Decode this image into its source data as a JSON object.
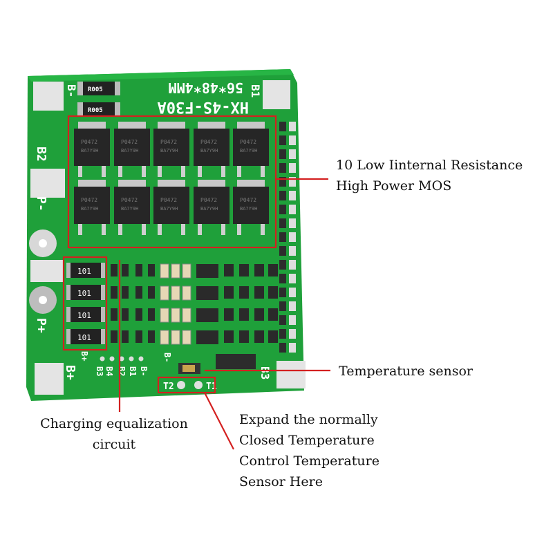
{
  "board": {
    "title_line1": "56*48*4MM",
    "title_line2": "HX-4S-F30A",
    "resistor_label": "R005",
    "mosfet_marking": "P0472",
    "mosfet_marking2": "BA7Y9H",
    "balance_resistor_label": "101",
    "pad_labels": {
      "b_minus_top": "B-",
      "b1_top": "B1",
      "b2": "B2",
      "p_minus": "P-",
      "p_plus": "P+",
      "b_plus": "B+",
      "b3": "B3",
      "t2": "T2",
      "t1": "T1",
      "bottom_row": [
        "B+",
        "B3",
        "B2",
        "B1",
        "B-"
      ],
      "bottom_row2": [
        "B4",
        "B-"
      ]
    },
    "colors": {
      "pcb": "#1fa03a",
      "pcb_dark": "#178a30",
      "callout": "#d42020",
      "pad": "#e8e8e8"
    }
  },
  "annotations": {
    "mos_line1": "10 Low Iinternal Resistance",
    "mos_line2": "High Power MOS",
    "temp_sensor": "Temperature sensor",
    "charging_line1": "Charging equalization",
    "charging_line2": "circuit",
    "expand_line1": "Expand the normally",
    "expand_line2": "Closed Temperature",
    "expand_line3": "Control Temperature",
    "expand_line4": "Sensor Here"
  }
}
